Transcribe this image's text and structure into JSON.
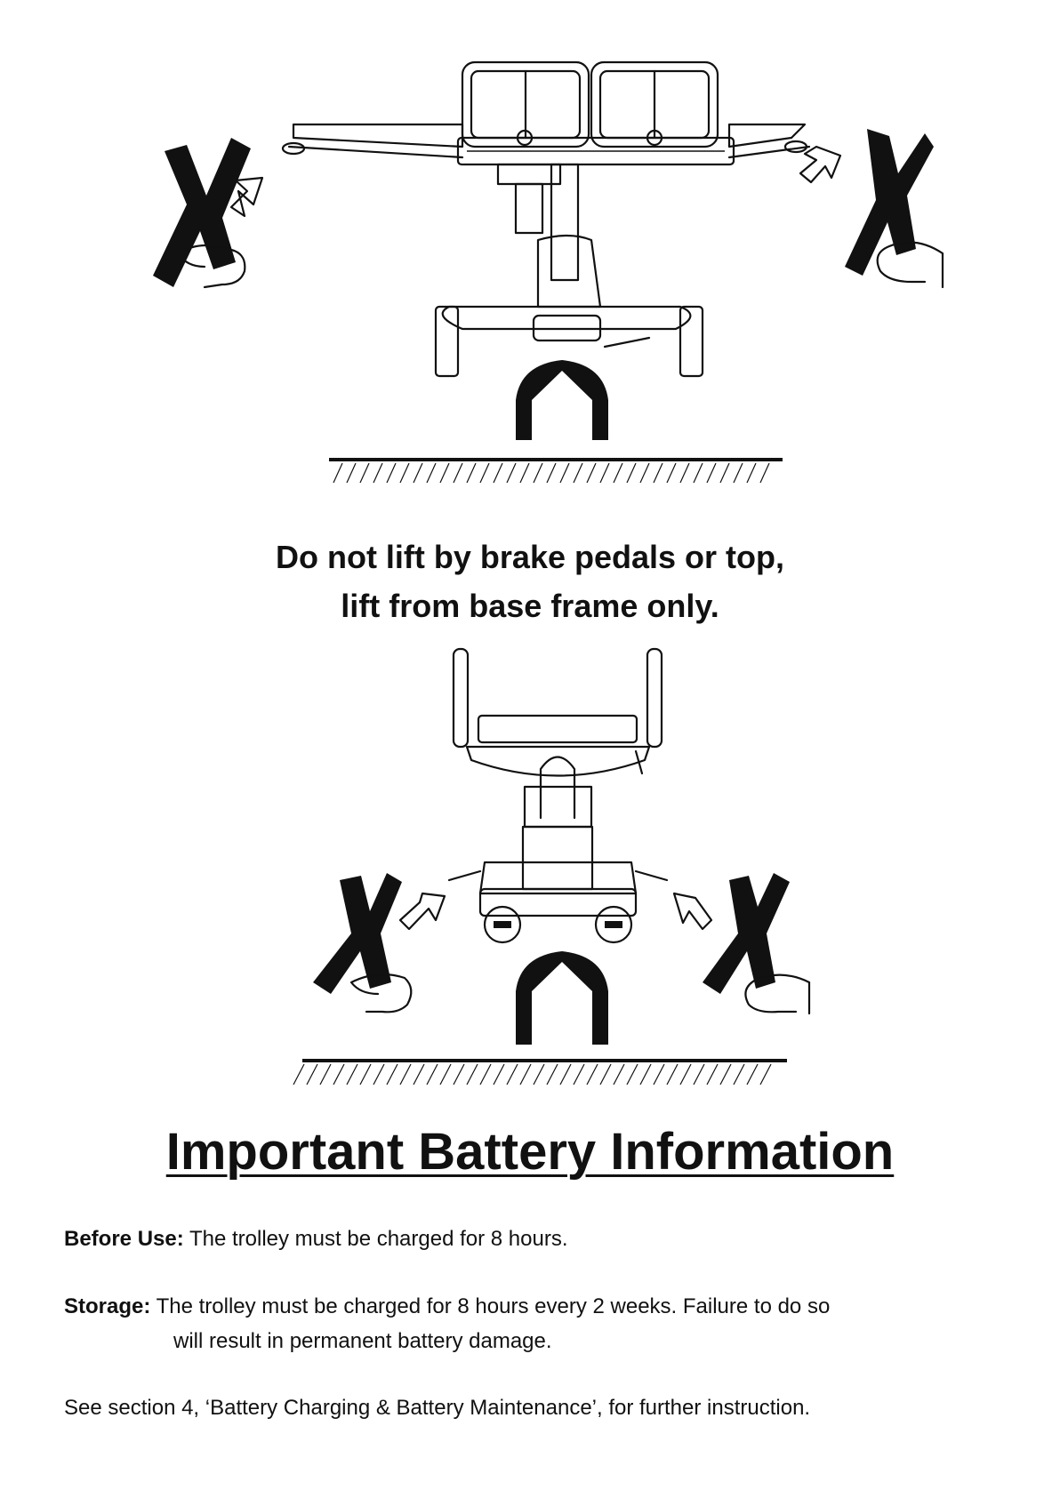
{
  "warning": {
    "line1": "Do not lift by brake pedals or top,",
    "line2": "lift from base frame only."
  },
  "heading": "Important Battery Information",
  "info": {
    "before_label": "Before Use:",
    "before_text": " The trolley must be charged for 8 hours.",
    "storage_label": "Storage:",
    "storage_text": " The trolley must be charged for 8 hours every 2 weeks. Failure to do so",
    "storage_text_2": "will result in permanent battery damage.",
    "see_text": "See section 4, ‘Battery Charging & Battery Maintenance’, for further instruction."
  },
  "icons": [
    "cross-icon",
    "hand-icon",
    "outline-arrow-icon",
    "lift-arrow-icon",
    "trolley-illustration",
    "ground-line"
  ]
}
